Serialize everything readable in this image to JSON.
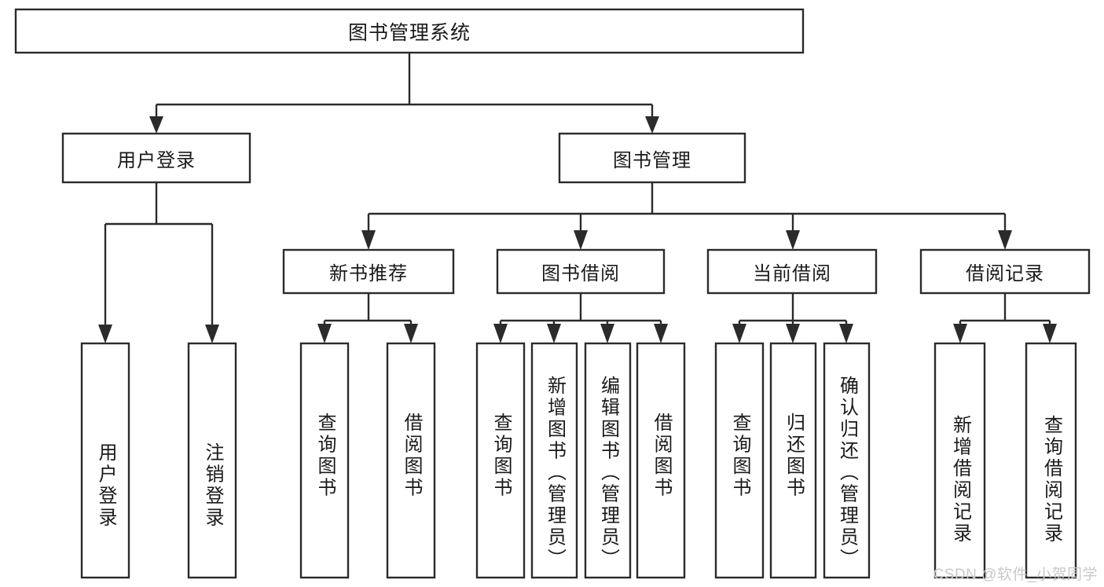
{
  "diagram": {
    "type": "hierarchy-tree",
    "title": "图书管理系统",
    "orientation": "top-down",
    "colors": {
      "background": "#ffffff",
      "box_fill": "#ffffff",
      "box_stroke": "#2b2b2b",
      "text": "#1a1a1a",
      "watermark": "#c9c9c9"
    },
    "root": {
      "label": "图书管理系统",
      "text_mode": "horizontal"
    },
    "level2": [
      {
        "label": "用户登录",
        "text_mode": "horizontal"
      },
      {
        "label": "图书管理",
        "text_mode": "horizontal"
      }
    ],
    "level3": [
      {
        "label": "新书推荐",
        "text_mode": "horizontal"
      },
      {
        "label": "图书借阅",
        "text_mode": "horizontal"
      },
      {
        "label": "当前借阅",
        "text_mode": "horizontal"
      },
      {
        "label": "借阅记录",
        "text_mode": "horizontal"
      }
    ],
    "leaves": {
      "user_login": [
        {
          "label": "用户登录",
          "text_mode": "vertical"
        },
        {
          "label": "注销登录",
          "text_mode": "vertical"
        }
      ],
      "new_book_recommend": [
        {
          "label": "查询图书",
          "text_mode": "vertical"
        },
        {
          "label": "借阅图书",
          "text_mode": "vertical"
        }
      ],
      "book_borrow": [
        {
          "label": "查询图书",
          "text_mode": "vertical"
        },
        {
          "label": "新增图书（管理员）",
          "text_mode": "vertical"
        },
        {
          "label": "编辑图书（管理员）",
          "text_mode": "vertical"
        },
        {
          "label": "借阅图书",
          "text_mode": "vertical"
        }
      ],
      "current_borrow": [
        {
          "label": "查询图书",
          "text_mode": "vertical"
        },
        {
          "label": "归还图书",
          "text_mode": "vertical"
        },
        {
          "label": "确认归还（管理员）",
          "text_mode": "vertical"
        }
      ],
      "borrow_record": [
        {
          "label": "新增借阅记录",
          "text_mode": "vertical"
        },
        {
          "label": "查询借阅记录",
          "text_mode": "vertical"
        }
      ]
    }
  },
  "watermark": {
    "text": "CSDN @软件_小贺同学"
  }
}
